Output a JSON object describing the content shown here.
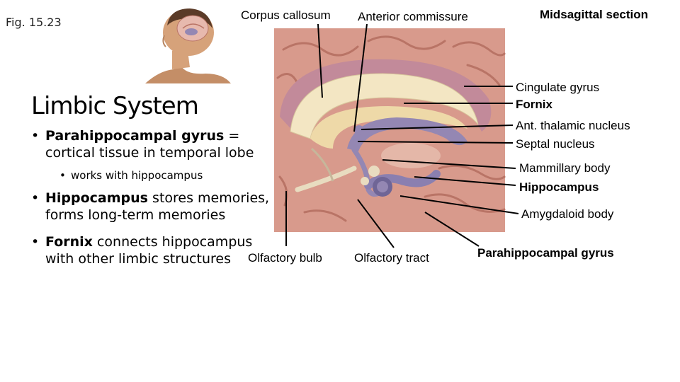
{
  "figure": {
    "label": "Fig. 15.23"
  },
  "slide": {
    "title": "Limbic System",
    "bullets": [
      {
        "bold": "Parahippocampal gyrus",
        "line1_rest": " =",
        "line2": "cortical tissue in temporal lobe"
      },
      {
        "sub": "works with hippocampus"
      },
      {
        "bold": "Hippocampus",
        "line1_rest": " stores memories,",
        "line2": "forms long-term memories"
      },
      {
        "bold": "Fornix",
        "line1_rest": " connects hippocampus",
        "line2": "with other limbic structures"
      }
    ]
  },
  "labels": {
    "corpus_callosum": "Corpus callosum",
    "anterior_commissure": "Anterior commissure",
    "midsagittal_section": "Midsagittal section",
    "cingulate_gyrus": "Cingulate gyrus",
    "fornix": "Fornix",
    "ant_thalamic_nucleus": "Ant. thalamic nucleus",
    "septal_nucleus": "Septal nucleus",
    "mammillary_body": "Mammillary body",
    "hippocampus": "Hippocampus",
    "amygdaloid_body": "Amygdaloid body",
    "olfactory_bulb": "Olfactory bulb",
    "olfactory_tract": "Olfactory tract",
    "parahippocampal_gyrus": "Parahippocampal gyrus"
  },
  "colors": {
    "brain_pink": "#d89a8c",
    "brain_shadow": "#b97466",
    "callosum_cream": "#f3e6c3",
    "limbic_purple": "#9487b3",
    "limbic_dark": "#6f6596",
    "skin": "#d6a27a"
  }
}
